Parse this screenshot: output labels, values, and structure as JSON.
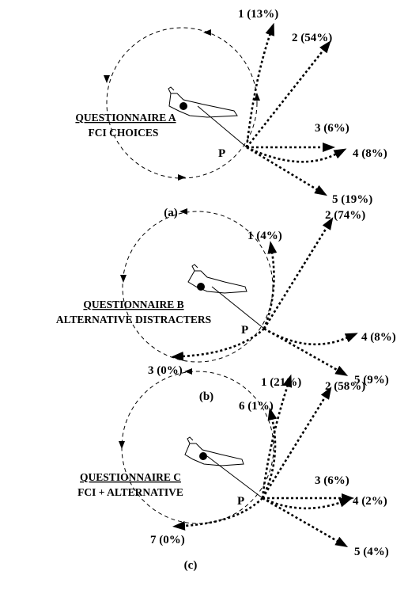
{
  "panels": [
    {
      "id": "a",
      "panel_label": "(a)",
      "title": "QUESTIONNAIRE A",
      "subtitle": "FCI CHOICES",
      "point_label": "P",
      "choices": [
        {
          "label": "1 (13%)"
        },
        {
          "label": "2 (54%)"
        },
        {
          "label": "3 (6%)"
        },
        {
          "label": "4 (8%)"
        },
        {
          "label": "5 (19%)"
        }
      ]
    },
    {
      "id": "b",
      "panel_label": "(b)",
      "title": "QUESTIONNAIRE B",
      "subtitle": "ALTERNATIVE DISTRACTERS",
      "point_label": "P",
      "choices": [
        {
          "label": "1 (4%)"
        },
        {
          "label": "2 (74%)"
        },
        {
          "label": "3 (0%)"
        },
        {
          "label": "4 (8%)"
        },
        {
          "label": "5 (9%)"
        }
      ]
    },
    {
      "id": "c",
      "panel_label": "(c)",
      "title": "QUESTIONNAIRE C",
      "subtitle": "FCI + ALTERNATIVE",
      "point_label": "P",
      "choices": [
        {
          "label": "1 (21%)"
        },
        {
          "label": "2 (58%)"
        },
        {
          "label": "3 (6%)"
        },
        {
          "label": "4 (2%)"
        },
        {
          "label": "5 (4%)"
        },
        {
          "label": "6 (1%)"
        },
        {
          "label": "7 (0%)"
        }
      ]
    }
  ]
}
